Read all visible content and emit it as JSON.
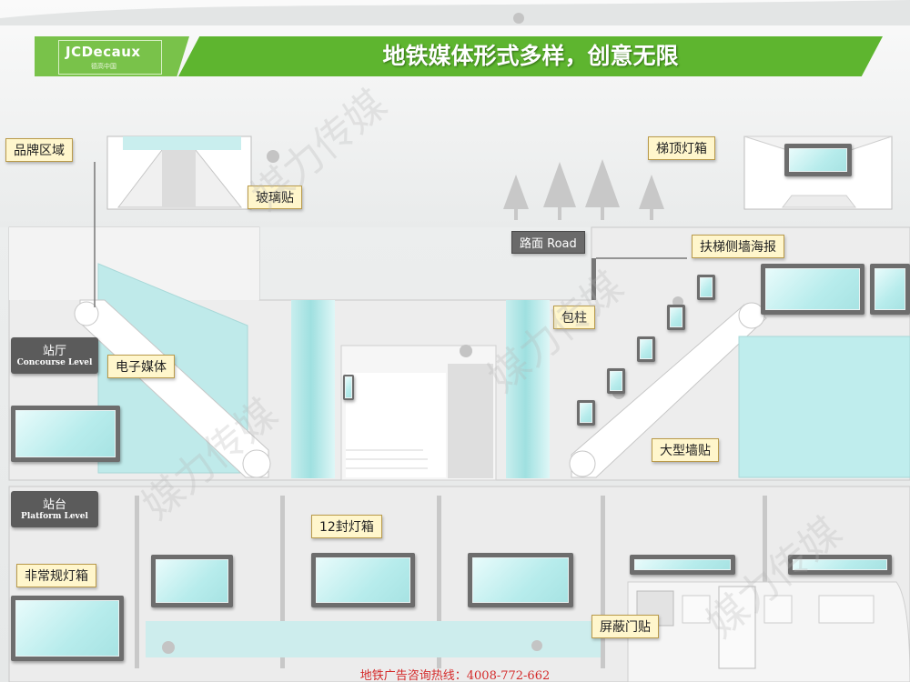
{
  "header": {
    "logo_text": "JCDecaux",
    "logo_sub": "德高中国",
    "title": "地铁媒体形式多样，创意无限"
  },
  "labels": {
    "brand_zone": "品牌区域",
    "glass_sticker": "玻璃贴",
    "stair_top_lightbox": "梯顶灯箱",
    "road": "路面 Road",
    "escalator_side_poster": "扶梯侧墙海报",
    "pillar_wrap": "包柱",
    "digital_media": "电子媒体",
    "large_wall_sticker": "大型墙贴",
    "twelve_sheet_lightbox": "12封灯箱",
    "irregular_lightbox": "非常规灯箱",
    "psd_sticker": "屏蔽门贴"
  },
  "levels": {
    "concourse_zh": "站厅",
    "concourse_en": "Concourse Level",
    "platform_zh": "站台",
    "platform_en": "Platform Level"
  },
  "watermark": "媒力传媒",
  "footer": {
    "hotline": "地铁广告咨询热线：4008-772-662"
  },
  "colors": {
    "brand_green": "#5eb52f",
    "screen_cyan": "#b7ecec",
    "label_bg": "#fff6cc",
    "hotline_red": "#d42a2a"
  }
}
